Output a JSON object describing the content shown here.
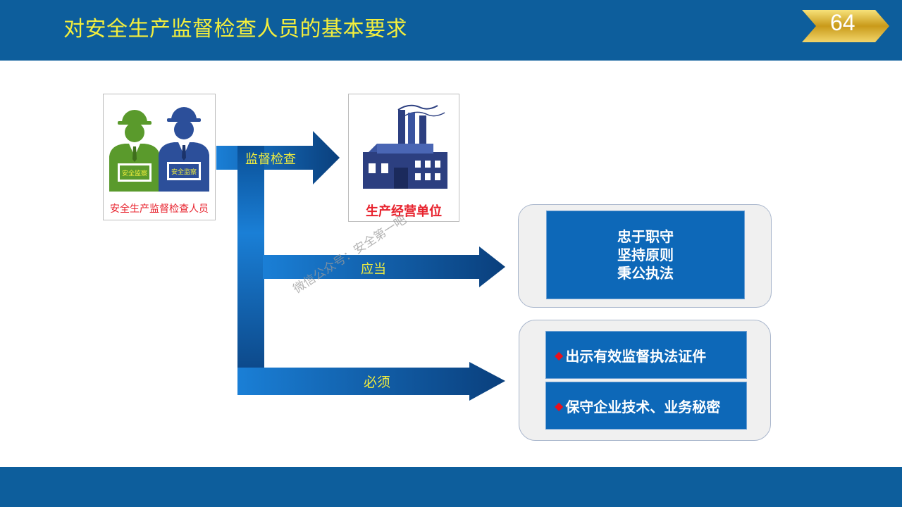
{
  "slide": {
    "title": "对安全生产监督检查人员的基本要求",
    "page_number": "64"
  },
  "inspectors": {
    "badge_green": "安全监察",
    "badge_blue": "安全监察",
    "caption": "安全生产监督检查人员"
  },
  "enterprise": {
    "caption": "生产经营单位"
  },
  "arrows": {
    "inspect": "监督检查",
    "should": "应当",
    "must": "必须"
  },
  "should_box": {
    "lines": [
      "忠于职守",
      "坚持原则",
      "秉公执法"
    ]
  },
  "must_box": {
    "items": [
      "出示有效监督执法证件",
      "保守企业技术、业务秘密"
    ]
  },
  "watermark": "微信公众号：安全第一吧",
  "colors": {
    "header": "#0d5e9c",
    "title": "#f3ee3d",
    "arrow_dark": "#0a3f7c",
    "arrow_light": "#1878d0",
    "box_blue": "#0d68b8",
    "bullet_red": "#e8101d"
  }
}
